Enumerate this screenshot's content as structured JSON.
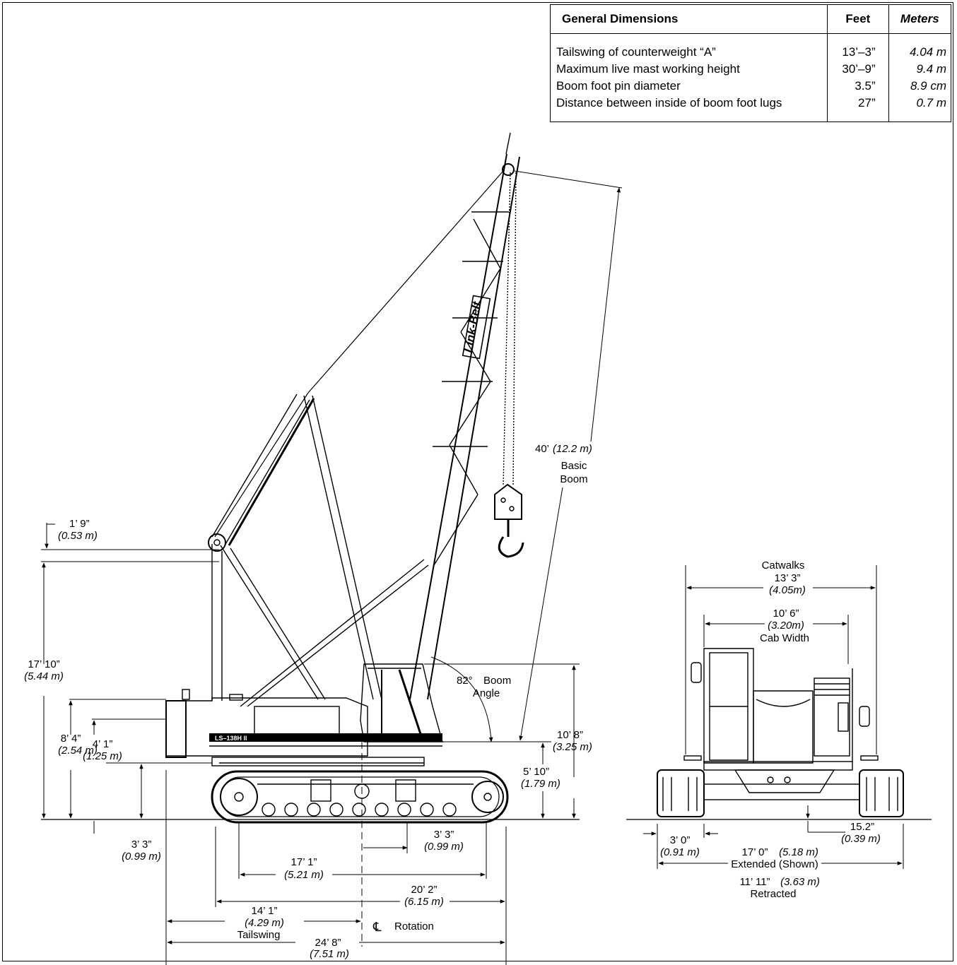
{
  "table": {
    "headers": {
      "name": "General Dimensions",
      "feet": "Feet",
      "meters": "Meters"
    },
    "rows": [
      {
        "name": "Tailswing of counterweight “A”",
        "feet": "13’–3”",
        "meters": "4.04 m"
      },
      {
        "name": "Maximum live mast working height",
        "feet": "30’–9”",
        "meters": "9.4 m"
      },
      {
        "name": "Boom foot pin diameter",
        "feet": "3.5”",
        "meters": "8.9 cm"
      },
      {
        "name": "Distance between inside of boom foot lugs",
        "feet": "27”",
        "meters": "0.7 m"
      }
    ]
  },
  "boom_label": "Link-Belt",
  "model_label": "LS–138H II",
  "side": {
    "boom_ft": "40’",
    "boom_m": "(12.2 m)",
    "basic": "Basic",
    "boom": "Boom",
    "mast_ft": "1’ 9”",
    "mast_m": "(0.53 m)",
    "height_ft": "17’ 10”",
    "height_m": "(5.44 m)",
    "house_ft": "8’ 4”",
    "house_m": "(2.54 m)",
    "deck_ft": "4’ 1”",
    "deck_m": "(1.25 m)",
    "ground_ft": "3’ 3”",
    "ground_m": "(0.99 m)",
    "angle_deg": "82°",
    "angle_boom": "Boom",
    "angle_word": "Angle",
    "cab_ft": "10’ 8”",
    "cab_m": "(3.25 m)",
    "foot_ft": "5’ 10”",
    "foot_m": "(1.79 m)",
    "offset_ft": "3’ 3”",
    "offset_m": "(0.99 m)",
    "tumbler_ft": "17’ 1”",
    "tumbler_m": "(5.21 m)",
    "track_ft": "20’ 2”",
    "track_m": "(6.15 m)",
    "tail_ft": "14’ 1”",
    "tail_m": "(4.29 m)",
    "tail_word": "Tailswing",
    "cl_symbol": "℄",
    "rotation": "Rotation",
    "overall_ft": "24’ 8”",
    "overall_m": "(7.51 m)"
  },
  "front": {
    "catwalks": "Catwalks",
    "cat_ft": "13’ 3”",
    "cat_m": "(4.05m)",
    "cab_ft": "10’ 6”",
    "cab_m": "(3.20m)",
    "cab_word": "Cab Width",
    "shoe_ft": "3’ 0”",
    "shoe_m": "(0.91 m)",
    "clear_ft": "15.2”",
    "clear_m": "(0.39 m)",
    "ext_ft": "17’ 0”",
    "ext_m": "(5.18 m)",
    "ext_word": "Extended (Shown)",
    "ret_ft": "11’ 11”",
    "ret_m": "(3.63 m)",
    "ret_word": "Retracted"
  }
}
